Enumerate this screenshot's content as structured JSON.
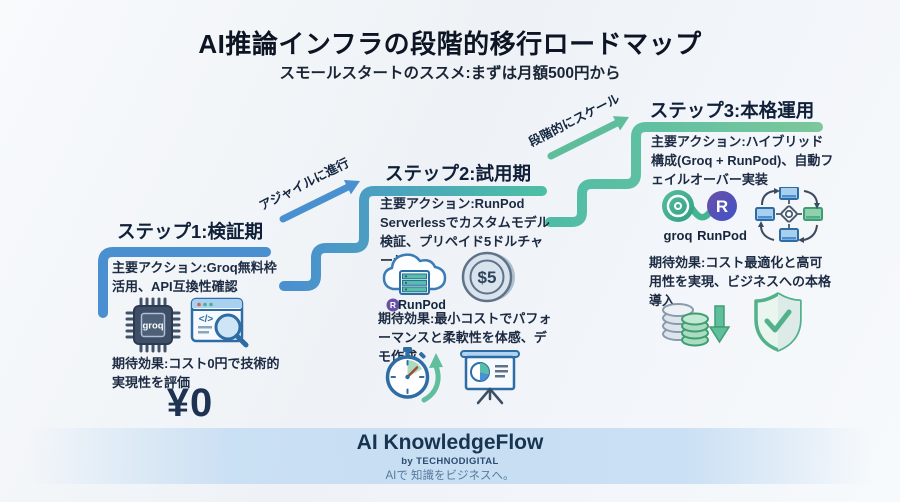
{
  "title": "AI推論インフラの段階的移行ロードマップ",
  "subtitle": "スモールスタートのススメ:まずは月額500円から",
  "steps": [
    {
      "heading": "ステップ1:検証期",
      "action": "主要アクション:Groq無料枠活用、API互換性確認",
      "effect": "期待効果:コスト0円で技術的実現性を評価",
      "price": "¥0",
      "chip_label": "groq"
    },
    {
      "heading": "ステップ2:試用期",
      "action": "主要アクション:RunPod Serverlessでカスタムモデル検証、プリペイド5ドルチャージ",
      "effect": "期待効果:最小コストでパフォーマンスと柔軟性を体感、デモ作成",
      "runpod_label": "RunPod",
      "runpod_badge": "R",
      "coin_label": "$5"
    },
    {
      "heading": "ステップ3:本格運用",
      "action": "主要アクション:ハイブリッド構成(Groq + RunPod)、自動フェイルオーバー実装",
      "effect": "期待効果:コスト最適化と高可用性を実現、ビジネスへの本格導入",
      "groq_label": "groq",
      "runpod_label": "RunPod",
      "runpod_badge": "R"
    }
  ],
  "arrows": [
    {
      "label": "アジャイルに進行"
    },
    {
      "label": "段階的にスケール"
    }
  ],
  "footer": {
    "brand": "AI KnowledgeFlow",
    "byline": "by TECHNODIGITAL",
    "tagline": "AIで 知識をビジネスへ。"
  },
  "colors": {
    "stair_blue": "#4a8fd0",
    "stair_teal": "#4dbfa4",
    "stair_green": "#7cc79b",
    "arrow_blue": "#4890cf",
    "arrow_green": "#5ebd9a",
    "navy_text": "#16253e",
    "runpod_purple": "#6b51a5",
    "footer_band": "#c7def3"
  }
}
